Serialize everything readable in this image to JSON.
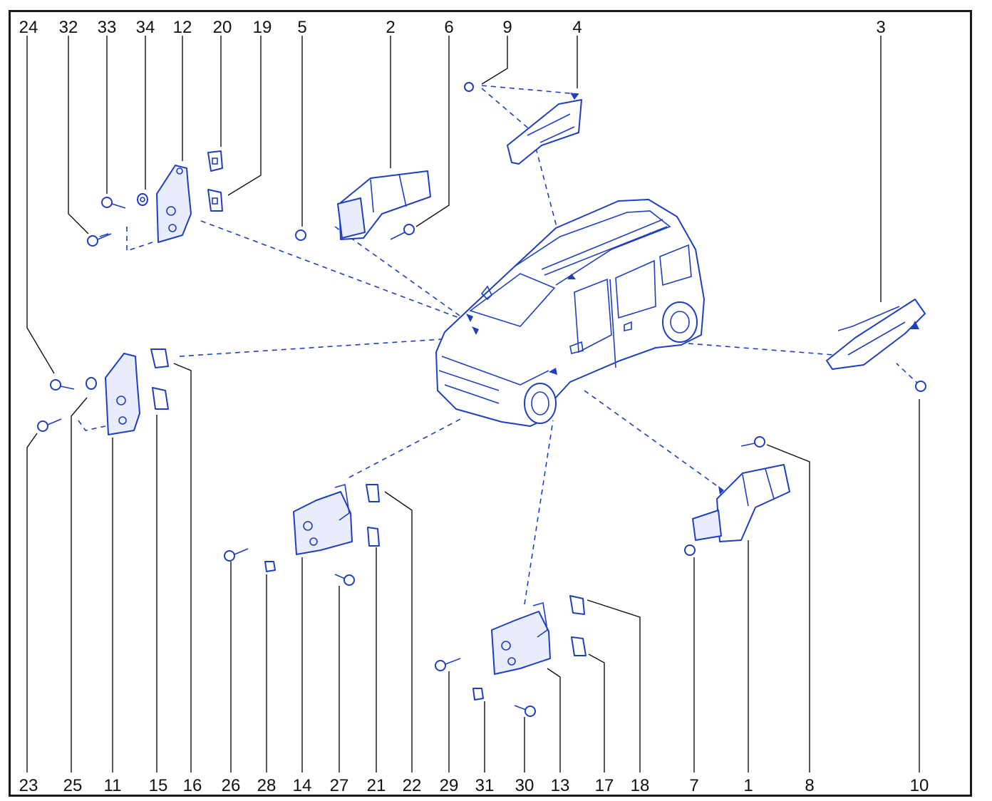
{
  "callouts_top": [
    "24",
    "32",
    "33",
    "34",
    "12",
    "20",
    "19",
    "5",
    "2",
    "6",
    "9",
    "4",
    "3"
  ],
  "callouts_bottom": [
    "23",
    "25",
    "11",
    "15",
    "16",
    "26",
    "28",
    "14",
    "27",
    "21",
    "22",
    "29",
    "31",
    "30",
    "13",
    "17",
    "18",
    "7",
    "1",
    "8",
    "10"
  ],
  "colors": {
    "line": "#1f3fbf",
    "text": "#111111",
    "frame": "#1a1a1a"
  }
}
